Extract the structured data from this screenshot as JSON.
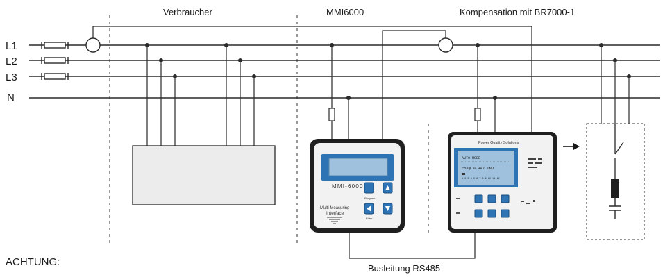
{
  "lines": {
    "l1": "L1",
    "l2": "L2",
    "l3": "L3",
    "n": "N"
  },
  "sections": {
    "consumers": "Verbraucher",
    "meter": "MMI6000",
    "compensation": "Kompensation mit BR7000-1"
  },
  "mmi_device": {
    "model": "MMI-6000",
    "brand_line1": "Multi Measuring",
    "brand_line2": "Interface",
    "btn_program": "Program",
    "btn_enter": "Enter"
  },
  "br_device": {
    "header": "Power Quality Solutions",
    "lcd_mode": "AUTO MODE",
    "lcd_value": "cosφ  0.997 IND",
    "lcd_steps": "1 2 3 4 5 6 7 8 9 10 11 12"
  },
  "bus_label": "Busleitung RS485",
  "warning": "ACHTUNG:",
  "colors": {
    "line": "#2a2a2a",
    "device_panel": "#f2f2f2",
    "lcd": "#9fc1dd",
    "key_blue": "#2e74b5",
    "load_box": "#ececec"
  }
}
